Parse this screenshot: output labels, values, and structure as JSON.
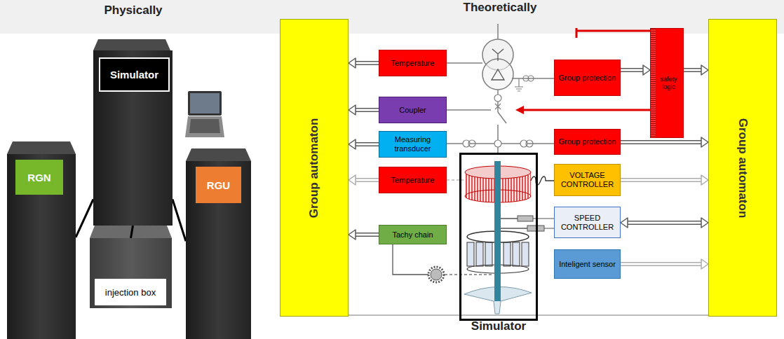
{
  "diagram": {
    "nodes": [
      {
        "text": [
          "Simulator"
        ]
      },
      {
        "text": [
          "RGN"
        ]
      },
      {
        "text": [
          "RGU"
        ]
      },
      {
        "text": [
          "injection box"
        ]
      },
      {
        "text": [
          "Group automaton"
        ]
      },
      {
        "text": [
          "Temperature"
        ]
      },
      {
        "text": [
          "Coupler"
        ]
      },
      {
        "text": [
          "Measuring transducer"
        ]
      },
      {
        "text": [
          "Temperature"
        ]
      },
      {
        "text": [
          "Tachy chain"
        ]
      },
      {
        "text": [
          "Simulator"
        ]
      },
      {
        "text": [
          "Group protection"
        ]
      },
      {
        "text": [
          "safety logic"
        ]
      },
      {
        "text": [
          "Group protection"
        ]
      },
      {
        "text": [
          "VOLTAGE CONTROLLER"
        ]
      },
      {
        "text": [
          "SPEED CONTROLLER"
        ]
      },
      {
        "text": [
          "Inteligent sensor"
        ]
      },
      {
        "text": [
          "Group automaton"
        ]
      }
    ],
    "edges": [
      {
        "from": 0,
        "to": 1,
        "arrow": "none"
      },
      {
        "from": 0,
        "to": 2,
        "arrow": "none"
      },
      {
        "from": 0,
        "to": 3,
        "arrow": "none"
      },
      {
        "from": 5,
        "to": 4,
        "arrow": "to"
      },
      {
        "from": 6,
        "to": 4,
        "arrow": "to"
      },
      {
        "from": 7,
        "to": 4,
        "arrow": "to"
      },
      {
        "from": 8,
        "to": 4,
        "arrow": "to"
      },
      {
        "from": 9,
        "to": 4,
        "arrow": "to"
      },
      {
        "from": 11,
        "to": 12,
        "arrow": "to"
      },
      {
        "from": 12,
        "to": 17,
        "arrow": "to"
      },
      {
        "from": 13,
        "to": 17,
        "arrow": "to"
      },
      {
        "from": 14,
        "to": 17,
        "arrow": "to"
      },
      {
        "from": 15,
        "to": 17,
        "arrow": "both"
      },
      {
        "from": 16,
        "to": 17,
        "arrow": "to"
      }
    ],
    "labels": [
      "Physically",
      "Theoretically"
    ]
  }
}
